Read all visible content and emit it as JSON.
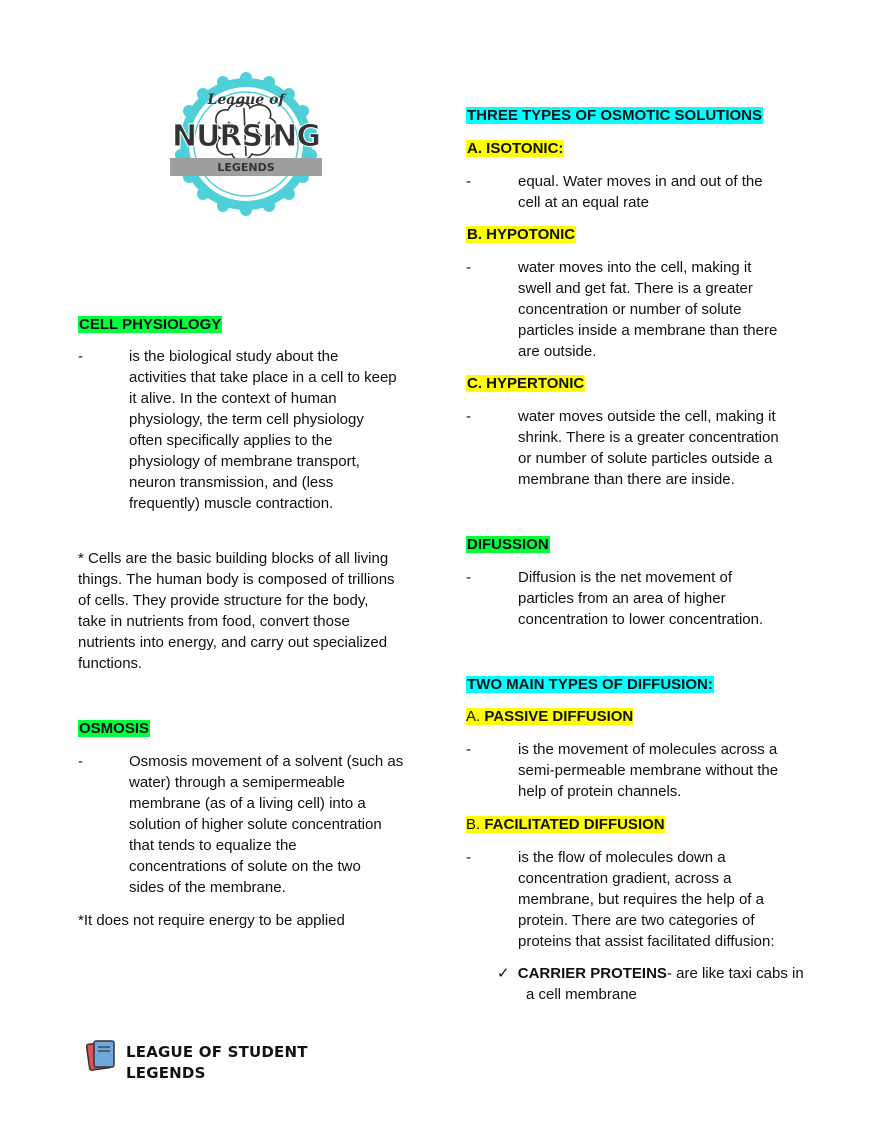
{
  "logo": {
    "top_text": "League of",
    "main_text": "NURSING",
    "ribbon_text": "LEGENDS",
    "colors": {
      "ring": "#4fd0d8",
      "ribbon": "#9e9e9e",
      "dark": "#333333"
    }
  },
  "left": {
    "cell_physiology": {
      "heading": "CELL PHYSIOLOGY",
      "dash": "-",
      "lines": [
        "is the biological study about the",
        "activities that take place in a cell to keep",
        "it alive. In the context of human",
        "physiology, the term cell physiology",
        "often specifically applies to the",
        "physiology of membrane transport,",
        "neuron transmission, and (less",
        "frequently) muscle contraction."
      ]
    },
    "cells_note": {
      "lines": [
        "* Cells are the basic building blocks of all living",
        "things. The human body is composed of trillions",
        "of cells. They   provide structure for the body,",
        "take in nutrients from food, convert those",
        "nutrients into energy, and carry out specialized",
        "functions."
      ]
    },
    "osmosis": {
      "heading": "OSMOSIS",
      "dash": "-",
      "lines": [
        "Osmosis movement of a solvent (such as",
        "water) through a semipermeable",
        "membrane (as of a living cell) into a",
        "solution of higher solute concentration",
        "that tends to equalize the",
        "concentrations of solute on the two",
        "sides of the membrane."
      ],
      "note": "*It does not require energy to be applied"
    }
  },
  "right": {
    "osmotic": {
      "heading": "THREE TYPES OF OSMOTIC SOLUTIONS",
      "isotonic": {
        "label": "A. ISOTONIC:",
        "dash": "-",
        "lines": [
          "equal. Water moves in and out of the",
          "cell at an equal rate"
        ]
      },
      "hypotonic": {
        "label": "B. HYPOTONIC",
        "dash": "-",
        "lines": [
          "water moves into the cell, making it",
          "swell and get fat. There is a greater",
          "concentration or number of solute",
          "particles inside a membrane than there",
          "are outside."
        ]
      },
      "hypertonic": {
        "label": "C. HYPERTONIC",
        "dash": "-",
        "lines": [
          "water moves outside the cell, making it",
          "shrink. There is a greater concentration",
          "or number of solute particles outside a",
          "membrane than there are inside."
        ]
      }
    },
    "diffusion": {
      "heading": "DIFUSSION",
      "dash": "-",
      "lines": [
        "Diffusion is the net movement of",
        "particles from an area of higher",
        "concentration to lower concentration."
      ]
    },
    "two_types": {
      "heading": "TWO MAIN TYPES OF DIFFUSION:",
      "passive": {
        "prefix": "A. ",
        "label": "PASSIVE DIFFUSION",
        "dash": "-",
        "lines": [
          "is the movement of molecules across a",
          "semi-permeable membrane without the",
          "help of protein channels."
        ]
      },
      "facilitated": {
        "prefix": "B. ",
        "label": "FACILITATED DIFFUSION",
        "dash": "-",
        "lines": [
          "is the flow of molecules down a",
          "concentration gradient, across a",
          "membrane, but requires the help of a",
          "protein. There are two categories of",
          "proteins that assist facilitated diffusion:"
        ]
      },
      "carrier": {
        "check": "✓",
        "bold": "CARRIER PROTEINS",
        "rest": "- are like taxi cabs in",
        "line2": "a cell membrane"
      }
    }
  },
  "footer": {
    "text": "LEAGUE OF STUDENT LEGENDS",
    "colors": {
      "book_red": "#d9534f",
      "book_blue": "#6fa8dc"
    }
  }
}
